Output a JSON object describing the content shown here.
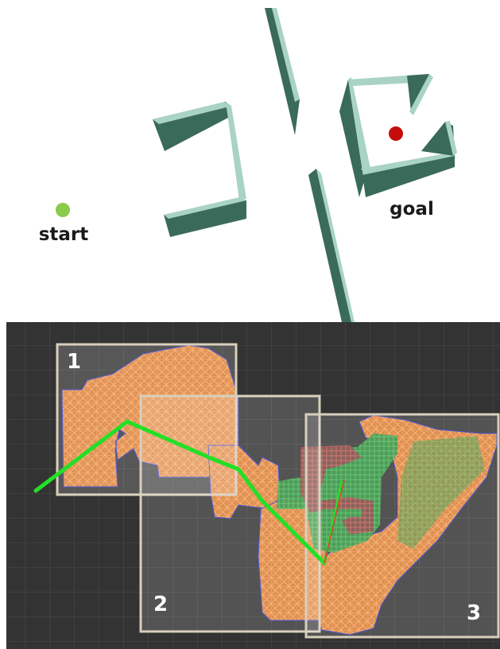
{
  "scene": {
    "start_label": "start",
    "goal_label": "goal",
    "colors": {
      "start_marker": "#8bcb4b",
      "goal_marker": "#c40c0c",
      "wall_top": "#a9d3c4",
      "wall_side": "#3a6a5a"
    }
  },
  "map": {
    "region_labels": [
      "1",
      "2",
      "3"
    ],
    "colors": {
      "background": "#333333",
      "grid": "#4a4a4a",
      "mesh": "#e0843a",
      "mesh_line": "#f4a257",
      "sample_green": "#3fb24f",
      "sample_red": "#c0504a",
      "path": "#22e026",
      "region_border": "#d8cfbd"
    }
  }
}
